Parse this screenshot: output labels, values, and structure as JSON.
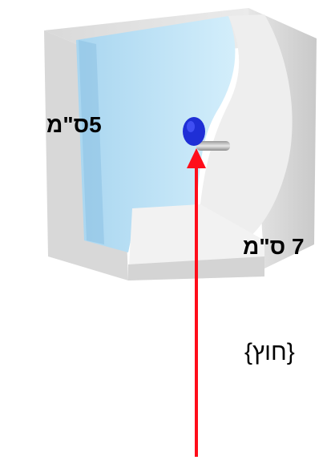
{
  "labels": {
    "left_dimension": "5ס\"מ",
    "right_dimension": "7 ס\"מ",
    "outside": "{חוץ}"
  },
  "colors": {
    "arrow": "#ff0d1a",
    "screw": "#1f2fd6",
    "water": "#bfe6f7",
    "cube_gray": "#e2e2e2"
  },
  "icons": {
    "arrow": "red-arrow-icon",
    "screw": "blue-screw-icon"
  }
}
